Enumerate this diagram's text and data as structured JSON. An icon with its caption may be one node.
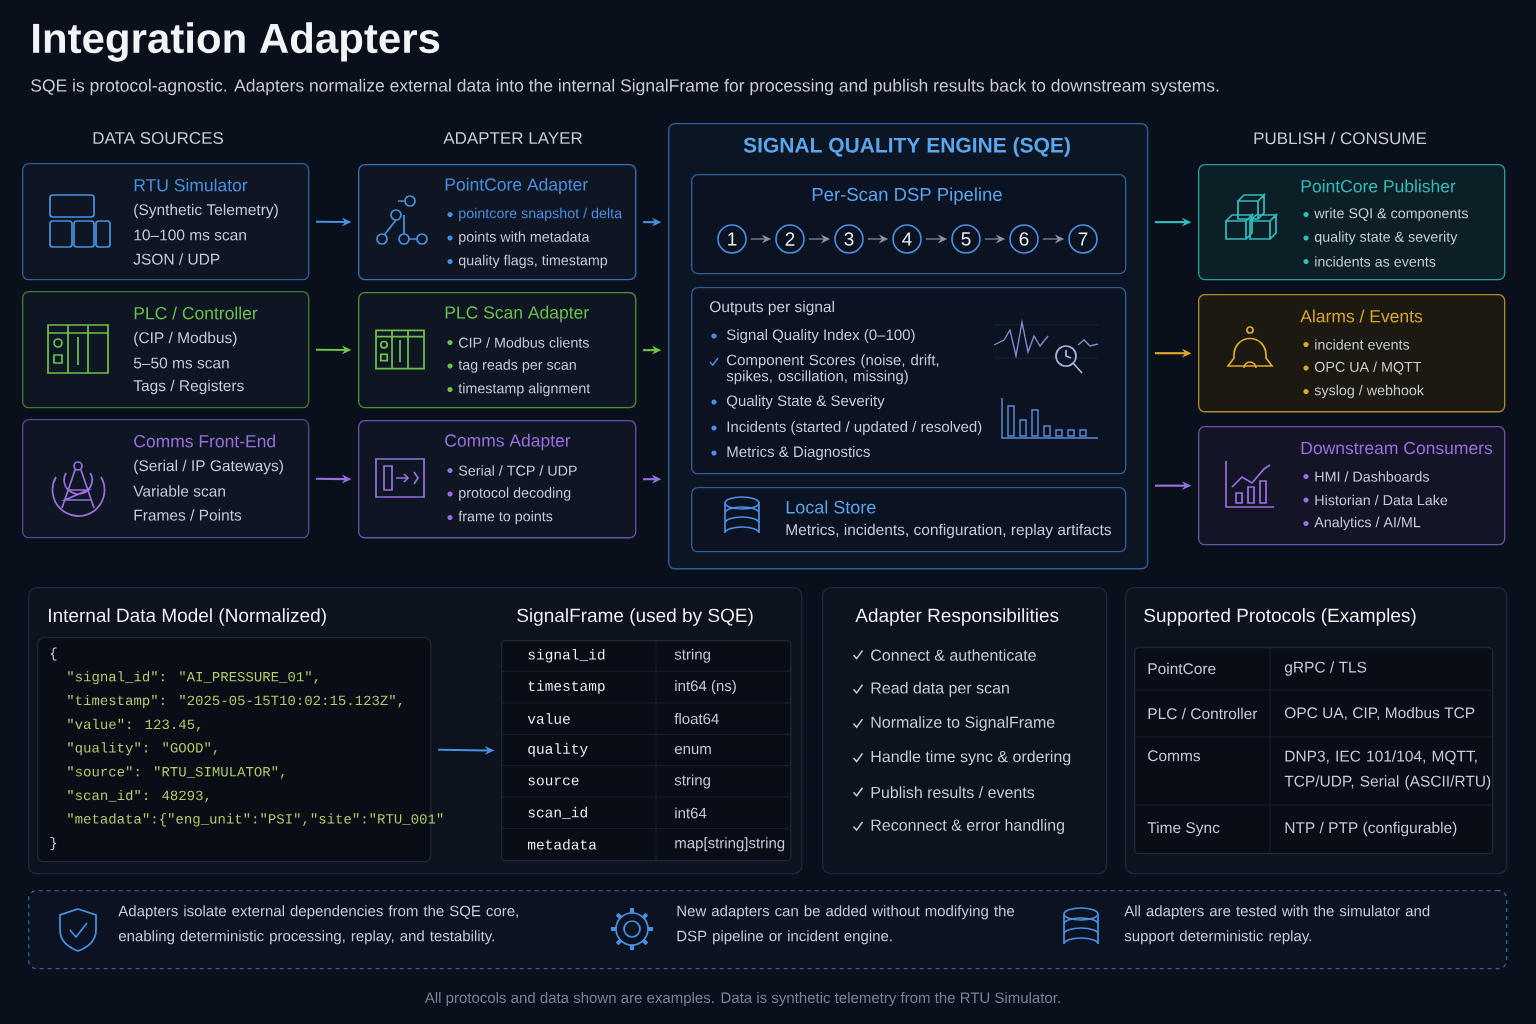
{
  "diagram": {
    "title": "Integration Adapters",
    "nodes": [
      {
        "text": [
          "RTU Simulator",
          "(Synthetic Telemetry)",
          "10–100 ms scan",
          "JSON / UDP"
        ]
      },
      {
        "text": [
          "PLC / Controller",
          "(CIP / Modbus)",
          "5–50 ms scan",
          "Tags / Registers"
        ]
      },
      {
        "text": [
          "Comms Front-End",
          "(Serial / IP Gateways)",
          "Variable scan",
          "Frames / Points"
        ]
      },
      {
        "text": [
          "PointCore Adapter",
          "pointcore snapshot / delta",
          "points with metadata",
          "quality flags, timestamp"
        ]
      },
      {
        "text": [
          "PLC Scan Adapter",
          "CIP / Modbus clients",
          "tag reads per scan",
          "timestamp alignment"
        ]
      },
      {
        "text": [
          "Comms Adapter",
          "Serial / TCP / UDP",
          "protocol decoding",
          "frame to points"
        ]
      },
      {
        "text": [
          "SIGNAL QUALITY ENGINE (SQE)"
        ]
      },
      {
        "text": [
          "Per-Scan DSP Pipeline"
        ],
        "in": 6
      },
      {
        "text": [
          "1"
        ],
        "in": 7
      },
      {
        "text": [
          "2"
        ],
        "in": 7
      },
      {
        "text": [
          "3"
        ],
        "in": 7
      },
      {
        "text": [
          "4"
        ],
        "in": 7
      },
      {
        "text": [
          "5"
        ],
        "in": 7
      },
      {
        "text": [
          "6"
        ],
        "in": 7
      },
      {
        "text": [
          "7"
        ],
        "in": 7
      },
      {
        "text": [
          "Outputs per signal",
          "Signal Quality Index (0–100)",
          "Component Scores (noise, drift, spikes, oscillation, missing)",
          "Quality State & Severity",
          "Incidents (started / updated / resolved)",
          "Metrics & Diagnostics"
        ],
        "in": 6
      },
      {
        "text": [
          "Local Store",
          "Metrics, incidents, configuration, replay artifacts"
        ],
        "in": 6
      },
      {
        "text": [
          "PointCore Publisher",
          "write SQI & components",
          "quality state & severity",
          "incidents as events"
        ]
      },
      {
        "text": [
          "Alarms / Events",
          "incident events",
          "OPC UA / MQTT",
          "syslog / webhook"
        ]
      },
      {
        "text": [
          "Downstream Consumers",
          "HMI / Dashboards",
          "Historian / Data Lake",
          "Analytics / AI/ML"
        ]
      },
      {
        "text": [
          "Internal Data Model (Normalized)",
          "SignalFrame (used by SQE)"
        ]
      },
      {
        "text": [
          "{",
          "\"signal_id\": \"AI_PRESSURE_01\",",
          "\"timestamp\": \"2025-05-15T10:02:15.123Z\",",
          "\"value\": 123.45,",
          "\"quality\": \"GOOD\",",
          "\"source\": \"RTU_SIMULATOR\",",
          "\"scan_id\": 48293,",
          "\"metadata\":{\"eng_unit\":\"PSI\",\"site\":\"RTU_001\"",
          "}"
        ],
        "in": 20
      },
      {
        "text": [
          "signal_id",
          "string",
          "timestamp",
          "int64 (ns)",
          "value",
          "float64",
          "quality",
          "enum",
          "source",
          "string",
          "scan_id",
          "int64",
          "metadata",
          "map[string]string"
        ],
        "in": 20
      },
      {
        "text": [
          "Adapter Responsibilities",
          "Connect & authenticate",
          "Read data per scan",
          "Normalize to SignalFrame",
          "Handle time sync & ordering",
          "Publish results / events",
          "Reconnect & error handling"
        ]
      },
      {
        "text": [
          "Supported Protocols (Examples)"
        ]
      },
      {
        "text": [
          "PointCore",
          "gRPC / TLS",
          "PLC / Controller",
          "OPC UA, CIP, Modbus TCP",
          "Comms",
          "DNP3, IEC 101/104, MQTT, TCP/UDP, Serial (ASCII/RTU)",
          "Time Sync",
          "NTP / PTP (configurable)"
        ],
        "in": 24
      },
      {
        "text": [
          "Adapters isolate external dependencies from the SQE core, enabling deterministic processing, replay, and testability.",
          "New adapters can be added without modifying the DSP pipeline or incident engine.",
          "All adapters are tested with the simulator and support deterministic replay."
        ]
      }
    ],
    "edges": [
      {
        "from": 0,
        "to": 3,
        "arrow": "to",
        "color": "#4a90e2"
      },
      {
        "from": 1,
        "to": 4,
        "arrow": "to",
        "color": "#6cc24a"
      },
      {
        "from": 2,
        "to": 5,
        "arrow": "to",
        "color": "#9b6fe0"
      },
      {
        "from": 3,
        "to": 6,
        "arrow": "to",
        "color": "#4a90e2"
      },
      {
        "from": 4,
        "to": 6,
        "arrow": "to",
        "color": "#6cc24a"
      },
      {
        "from": 5,
        "to": 6,
        "arrow": "to",
        "color": "#9b6fe0"
      },
      {
        "from": 6,
        "to": 17,
        "arrow": "to",
        "color": "#2fbfbf"
      },
      {
        "from": 6,
        "to": 18,
        "arrow": "to",
        "color": "#e0a828"
      },
      {
        "from": 6,
        "to": 19,
        "arrow": "to",
        "color": "#9b6fe0"
      },
      {
        "from": 8,
        "to": 9,
        "arrow": "to",
        "color": "#8a94a6"
      },
      {
        "from": 9,
        "to": 10,
        "arrow": "to",
        "color": "#8a94a6"
      },
      {
        "from": 10,
        "to": 11,
        "arrow": "to",
        "color": "#8a94a6"
      },
      {
        "from": 11,
        "to": 12,
        "arrow": "to",
        "color": "#8a94a6"
      },
      {
        "from": 12,
        "to": 13,
        "arrow": "to",
        "color": "#8a94a6"
      },
      {
        "from": 13,
        "to": 14,
        "arrow": "to",
        "color": "#8a94a6"
      },
      {
        "from": 21,
        "to": 22,
        "arrow": "to",
        "color": "#4a90e2"
      }
    ],
    "labels": [
      "SQE is protocol-agnostic. Adapters normalize external data into the internal SignalFrame for processing and publish results back to downstream systems.",
      "DATA SOURCES",
      "ADAPTER LAYER",
      "PUBLISH / CONSUME"
    ],
    "caption": "All protocols and data shown are examples. Data is synthetic telemetry from the RTU Simulator."
  }
}
